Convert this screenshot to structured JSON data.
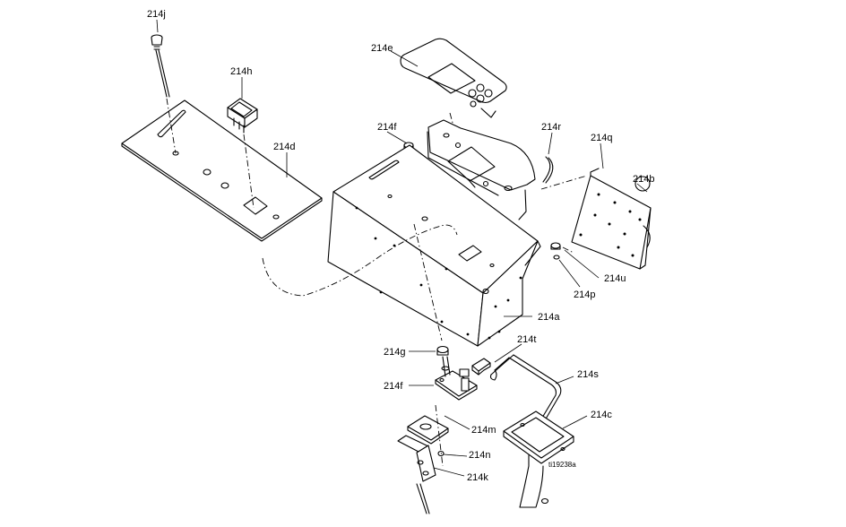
{
  "labels": {
    "j": "214j",
    "h": "214h",
    "d": "214d",
    "e": "214e",
    "f_top": "214f",
    "r": "214r",
    "q": "214q",
    "b": "214b",
    "u": "214u",
    "p": "214p",
    "a": "214a",
    "t": "214t",
    "g": "214g",
    "f_bottom": "214f",
    "s": "214s",
    "c": "214c",
    "m": "214m",
    "n": "214n",
    "k": "214k"
  },
  "figure_id": "ti19238a"
}
